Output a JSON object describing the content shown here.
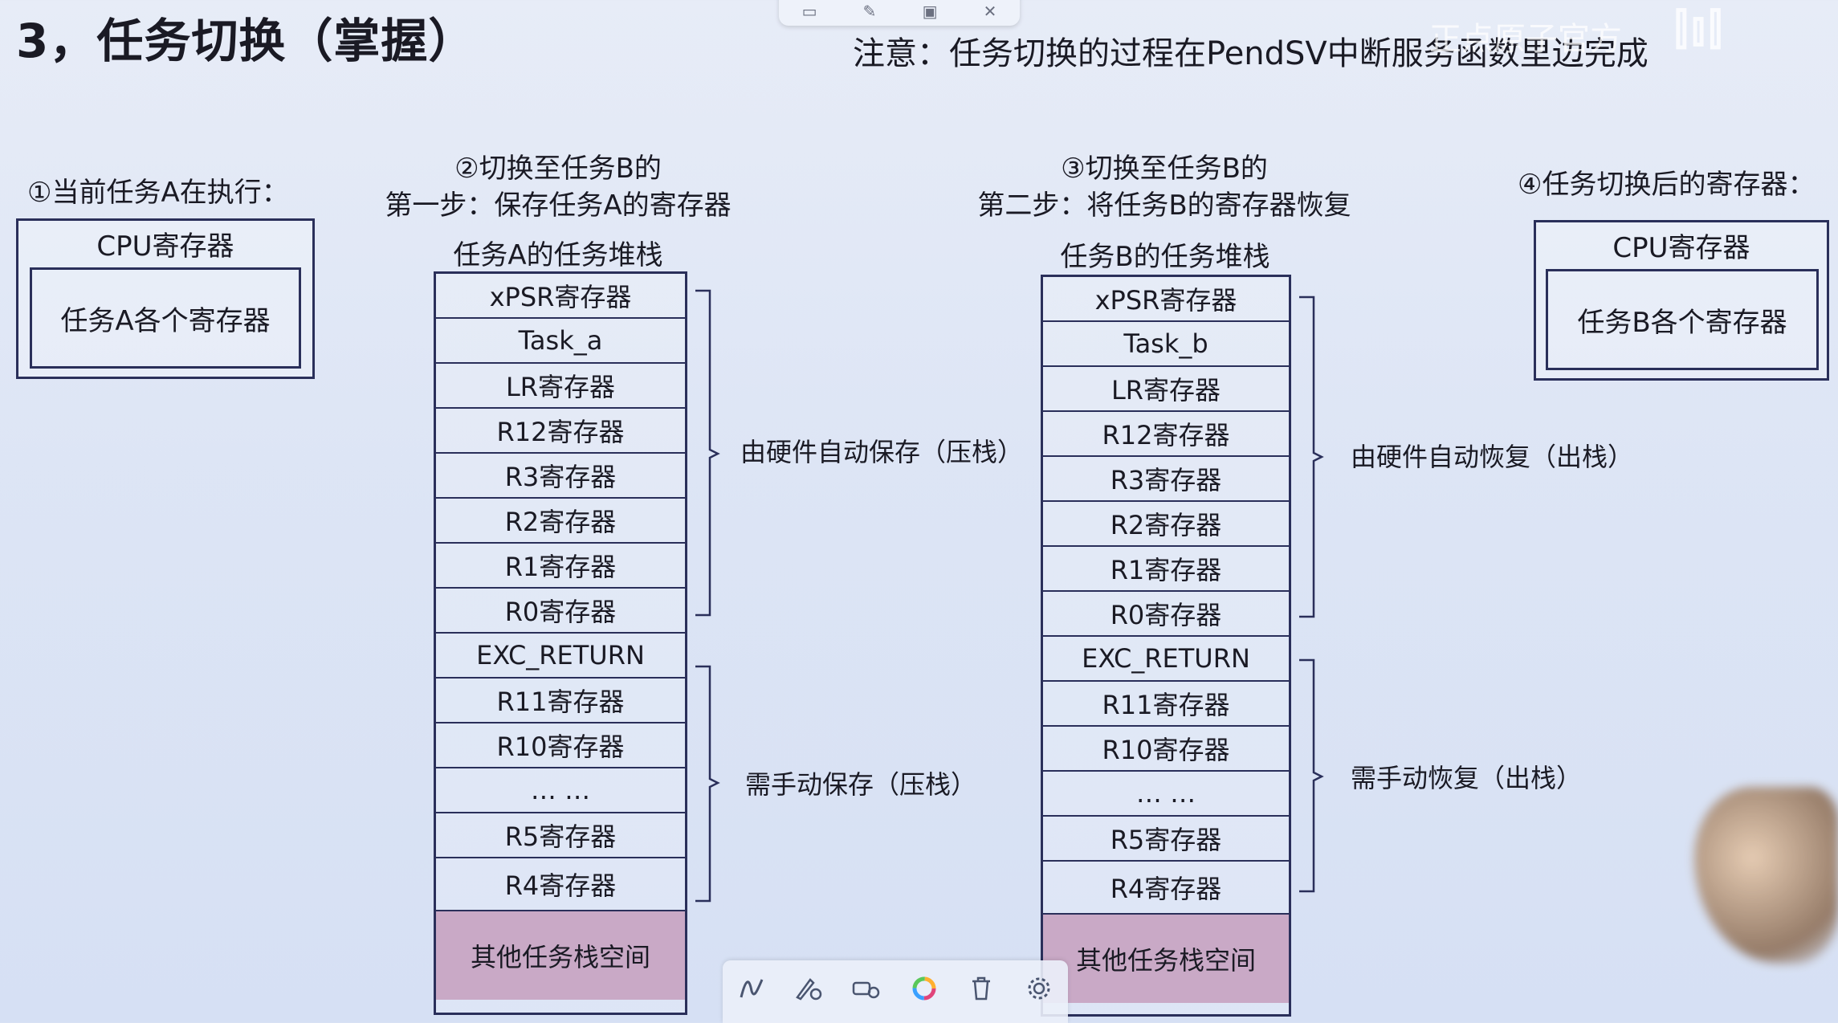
{
  "title": "3，任务切换（掌握）",
  "note": "注意：任务切换的过程在PendSV中断服务函数里边完成",
  "watermark": "正点原子官方",
  "bili_logo": "bilibili",
  "floating_toolbar": [
    "▭",
    "✎",
    "▣",
    "✕"
  ],
  "step1": {
    "heading": "①当前任务A在执行：",
    "cpu_title": "CPU寄存器",
    "cpu_content": "任务A各个寄存器"
  },
  "step2": {
    "heading_line1": "②切换至任务B的",
    "heading_line2": "第一步：保存任务A的寄存器",
    "stack_title": "任务A的任务堆栈",
    "cells": [
      "xPSR寄存器",
      "Task_a",
      "LR寄存器",
      "R12寄存器",
      "R3寄存器",
      "R2寄存器",
      "R1寄存器",
      "R0寄存器",
      "EXC_RETURN",
      "R11寄存器",
      "R10寄存器",
      "… …",
      "R5寄存器",
      "R4寄存器"
    ],
    "other_space": "其他任务栈空间",
    "hw_label": "由硬件自动保存（压栈）",
    "manual_label": "需手动保存（压栈）"
  },
  "step3": {
    "heading_line1": "③切换至任务B的",
    "heading_line2": "第二步：将任务B的寄存器恢复",
    "stack_title": "任务B的任务堆栈",
    "cells": [
      "xPSR寄存器",
      "Task_b",
      "LR寄存器",
      "R12寄存器",
      "R3寄存器",
      "R2寄存器",
      "R1寄存器",
      "R0寄存器",
      "EXC_RETURN",
      "R11寄存器",
      "R10寄存器",
      "… …",
      "R5寄存器",
      "R4寄存器"
    ],
    "other_space": "其他任务栈空间",
    "hw_label": "由硬件自动恢复（出栈）",
    "manual_label": "需手动恢复（出栈）"
  },
  "step4": {
    "heading": "④任务切换后的寄存器：",
    "cpu_title": "CPU寄存器",
    "cpu_content": "任务B各个寄存器"
  },
  "toolbar_icons": [
    "pen-icon",
    "pen-settings-icon",
    "eraser-settings-icon",
    "color-wheel-icon",
    "trash-icon",
    "gear-icon"
  ]
}
